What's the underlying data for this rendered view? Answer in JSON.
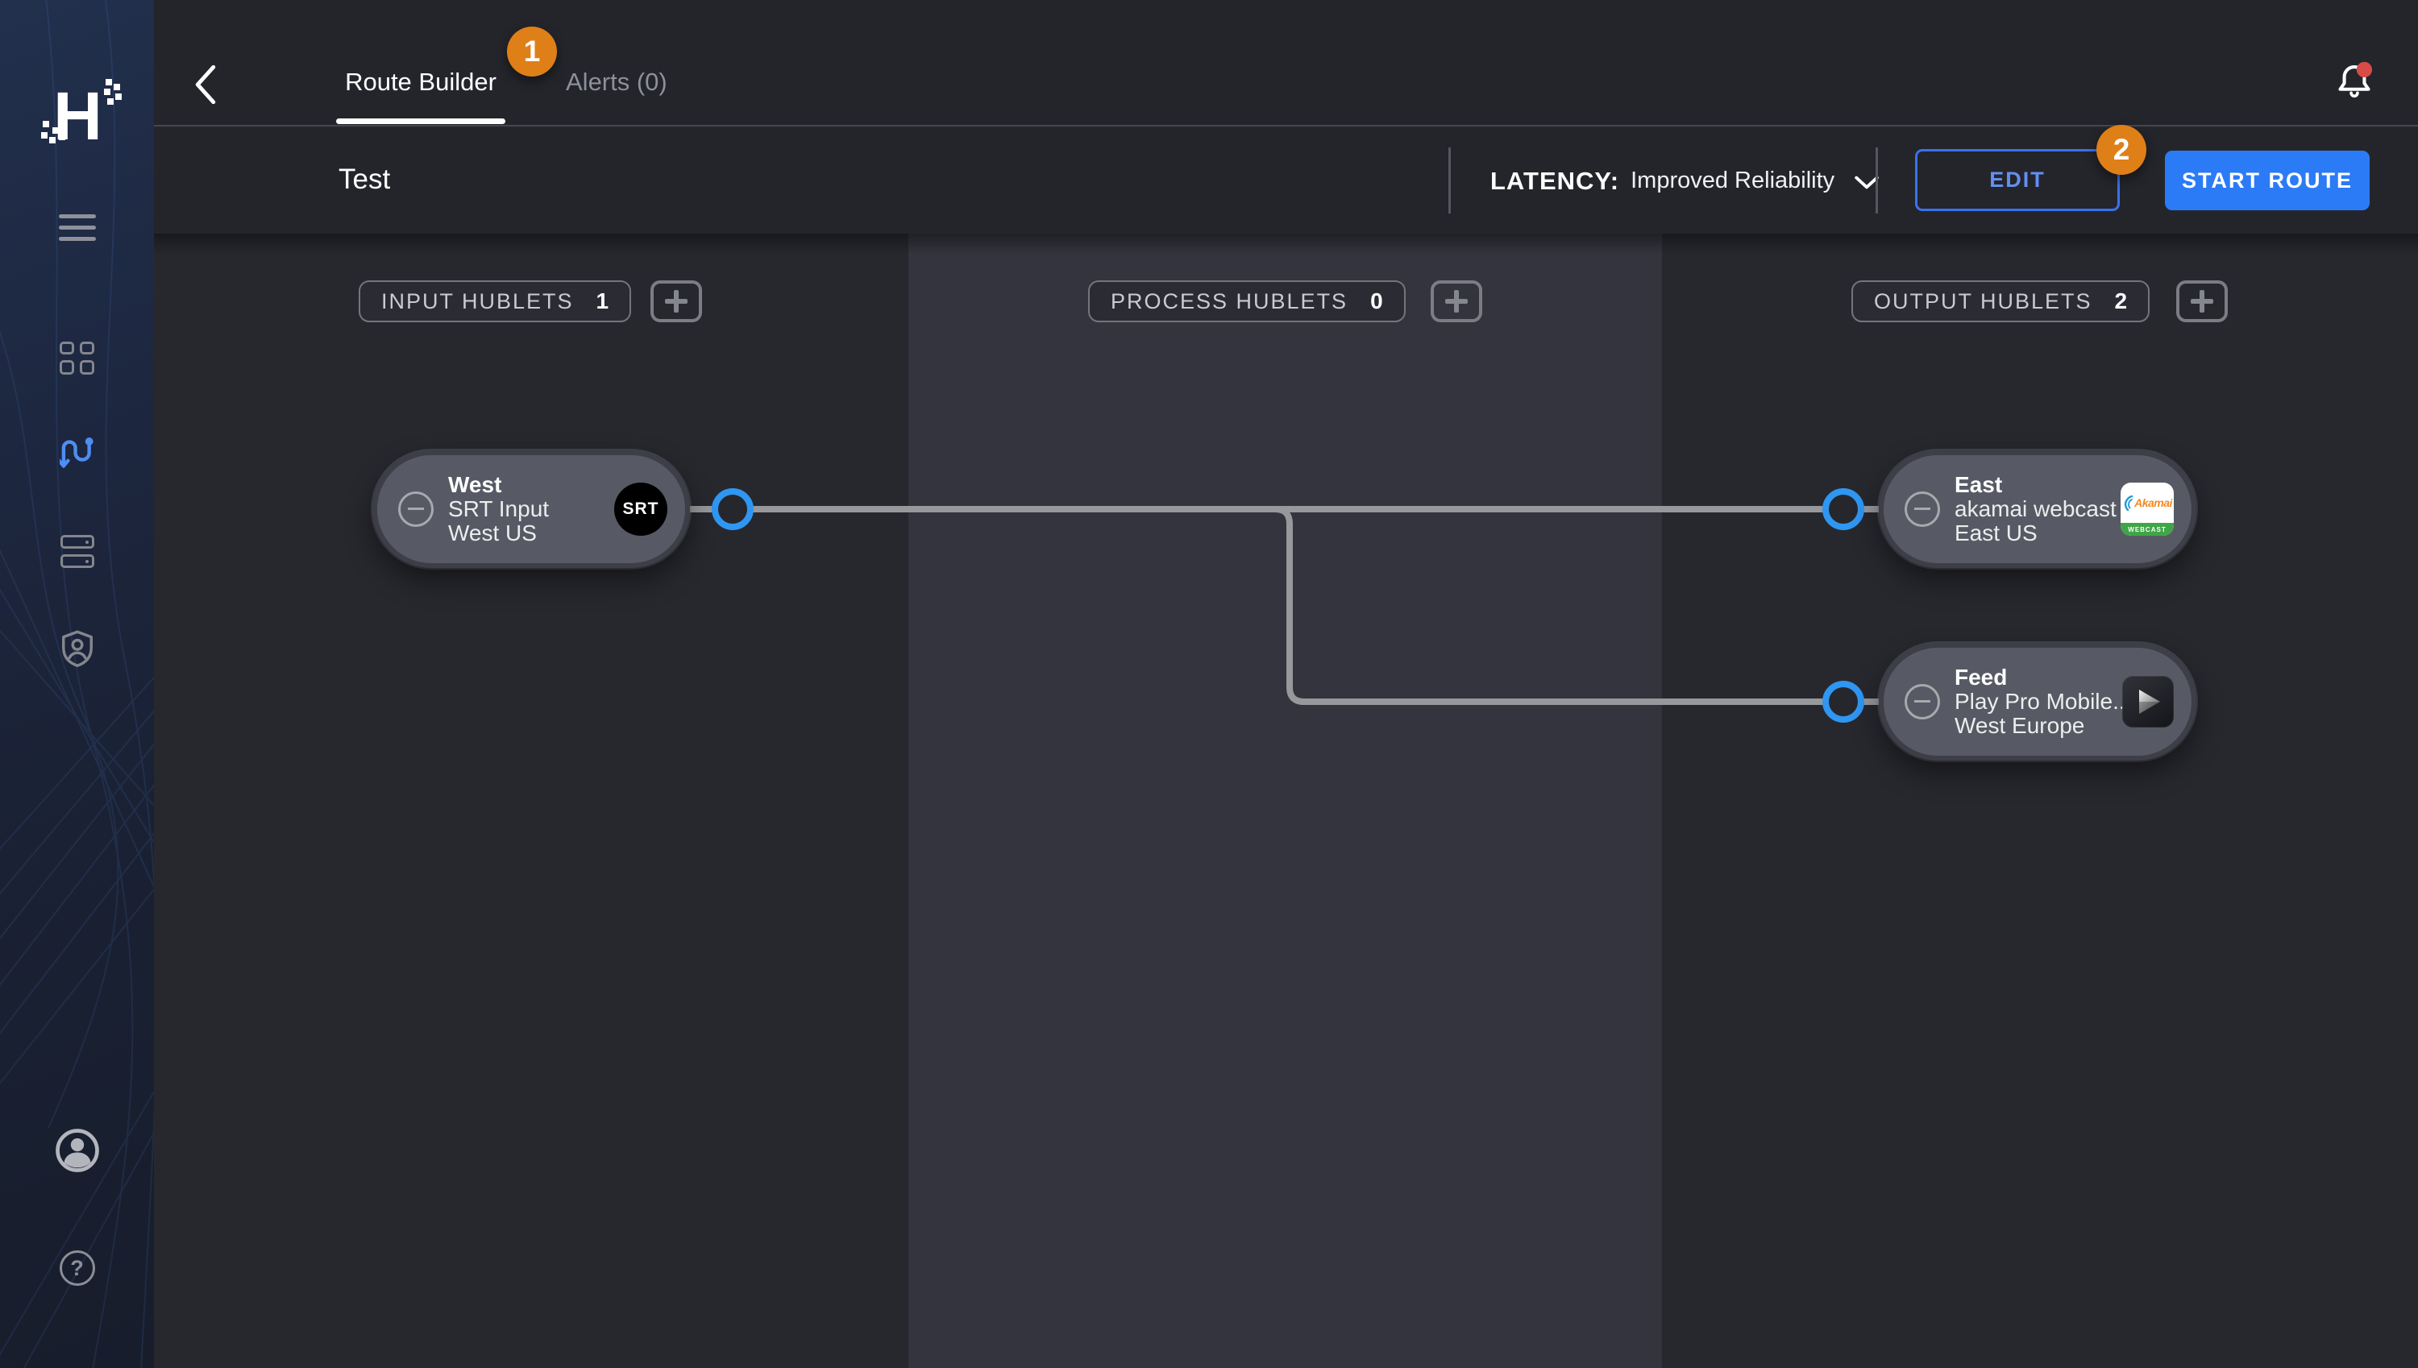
{
  "brand": {
    "initial": "H"
  },
  "topbar": {
    "tabs": [
      {
        "label": "Route Builder"
      },
      {
        "label": "Alerts (0)"
      }
    ],
    "annotation_1": "1"
  },
  "toolbar": {
    "title": "Test",
    "latency_label": "LATENCY:",
    "latency_value": "Improved Reliability",
    "edit": "EDIT",
    "start": "START ROUTE",
    "annotation_2": "2"
  },
  "columns": [
    {
      "label": "INPUT HUBLETS",
      "count": "1"
    },
    {
      "label": "PROCESS HUBLETS",
      "count": "0"
    },
    {
      "label": "OUTPUT HUBLETS",
      "count": "2"
    }
  ],
  "nodes": [
    {
      "title": "West",
      "subtitle": "SRT Input",
      "region": "West US",
      "icon": "srt-logo",
      "icon_label": "SRT"
    },
    {
      "title": "East",
      "subtitle": "akamai webcast",
      "region": "East US",
      "icon": "akamai-webcast-logo",
      "icon_label": "Akamai",
      "icon_sublabel": "WEBCAST"
    },
    {
      "title": "Feed",
      "subtitle": "Play Pro Mobile...",
      "region": "West Europe",
      "icon": "play-pro-logo"
    }
  ],
  "sidebar": {
    "items": [
      {
        "icon": "menu"
      },
      {
        "icon": "dashboard"
      },
      {
        "icon": "routes",
        "active": true
      },
      {
        "icon": "hublets"
      },
      {
        "icon": "security"
      }
    ],
    "footer": {
      "user_icon": "user",
      "help_glyph": "?"
    }
  },
  "colors": {
    "accent_blue": "#2c7bf6",
    "nav_active_blue": "#4e8df2",
    "connector_blue": "#2f96f2",
    "annotation_orange": "#df7f18",
    "alert_red": "#d94b47",
    "wire_gray": "#97989b",
    "node_fill": "#575a64",
    "canvas_side": "#27282e",
    "canvas_middle": "#33343d"
  }
}
